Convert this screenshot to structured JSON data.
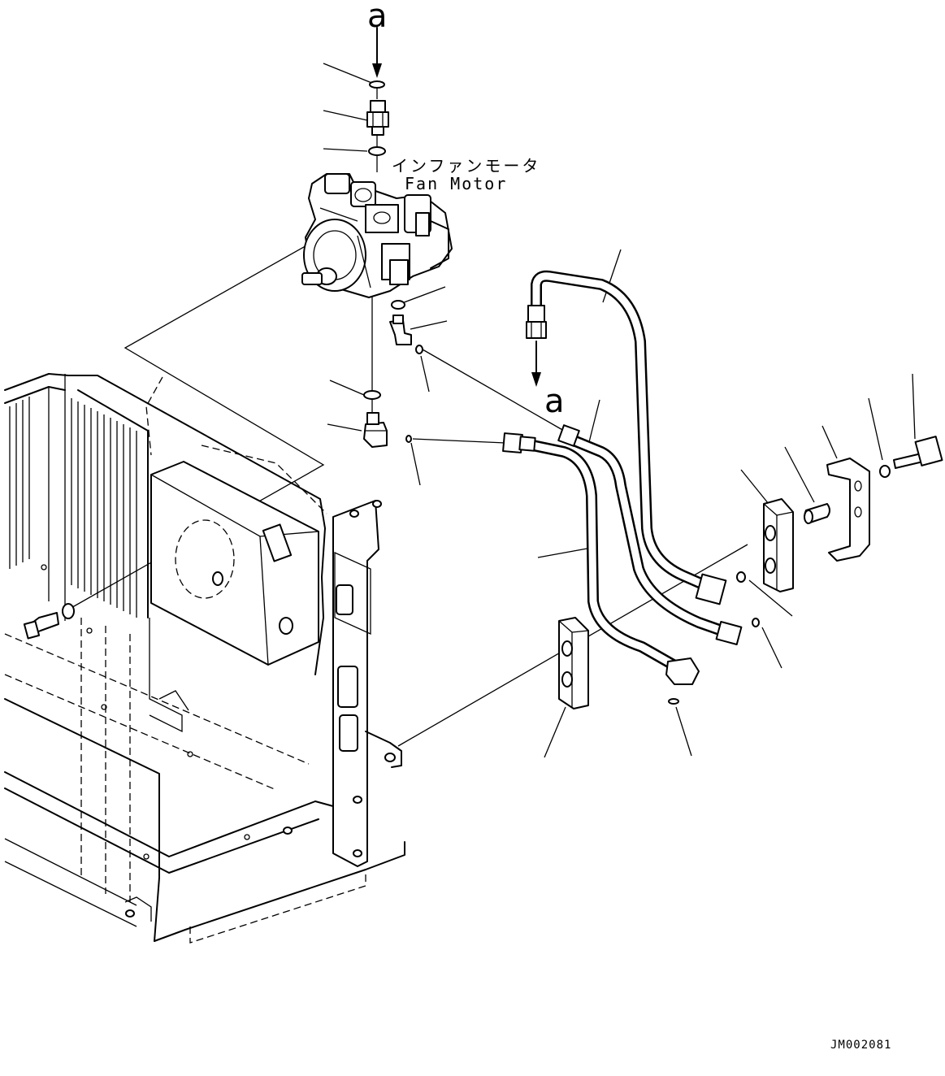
{
  "markers": {
    "top_connection": "a",
    "hose_connection": "a"
  },
  "callout": {
    "label_jp": "インファンモータ",
    "label_en": "Fan Motor"
  },
  "drawing_number": "JM002081",
  "icons": {
    "fan_motor": "hydraulic-fan-motor-icon",
    "fitting": "pipe-fitting-icon",
    "o_ring": "o-ring-icon",
    "hose": "hydraulic-hose-icon",
    "clamp": "hose-clamp-icon",
    "frame": "radiator-frame-icon"
  }
}
